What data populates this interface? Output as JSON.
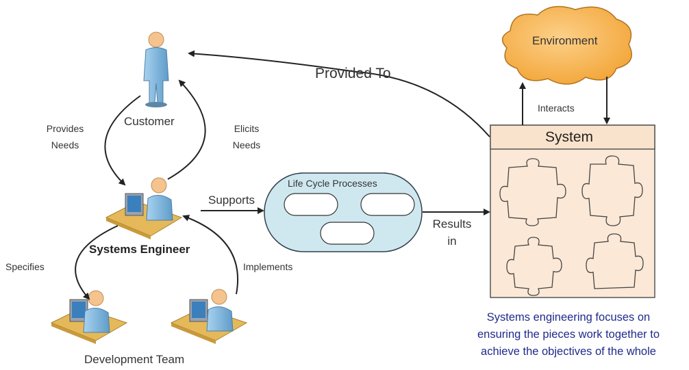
{
  "nodes": {
    "customer": "Customer",
    "systems_engineer": "Systems Engineer",
    "development_team": "Development Team",
    "environment": "Environment",
    "system": "System",
    "life_cycle_processes": "Life Cycle Processes"
  },
  "edges": {
    "provides_needs": [
      "Provides",
      "Needs"
    ],
    "elicits_needs": [
      "Elicits",
      "Needs"
    ],
    "specifies": "Specifies",
    "implements": "Implements",
    "supports": "Supports",
    "results_in": [
      "Results",
      "in"
    ],
    "provided_to": "Provided To",
    "interacts": "Interacts"
  },
  "caption": [
    "Systems engineering focuses on",
    "ensuring the pieces work together to",
    "achieve the objectives of the whole"
  ],
  "colors": {
    "person_skin": "#f5c38e",
    "person_body": "#7fb7de",
    "desk": "#e5b95a",
    "monitor": "#9aa3ad",
    "cloud": "#f7b24a",
    "system_header": "#fae3cc",
    "system_body": "#fbe8d6",
    "lifecycle_fill": "#cfe8f0",
    "caption_text": "#1f2a8c"
  }
}
